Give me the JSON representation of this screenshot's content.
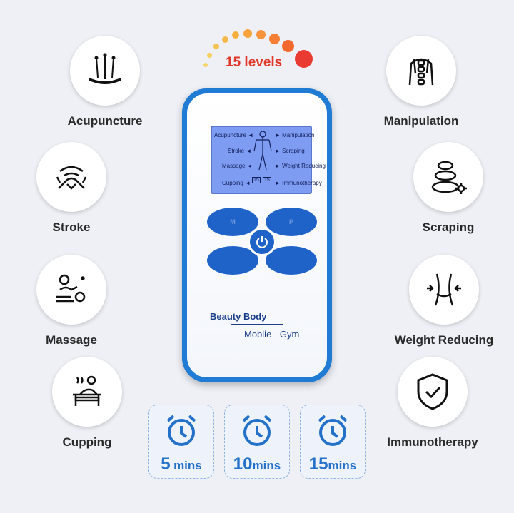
{
  "levels_label": "15 levels",
  "features_left": [
    {
      "label": "Acupuncture",
      "icon": "acupuncture-needles-icon"
    },
    {
      "label": "Stroke",
      "icon": "stroke-massage-icon"
    },
    {
      "label": "Massage",
      "icon": "massage-icon"
    },
    {
      "label": "Cupping",
      "icon": "cupping-icon"
    }
  ],
  "features_right": [
    {
      "label": "Manipulation",
      "icon": "spine-icon"
    },
    {
      "label": "Scraping",
      "icon": "stones-icon"
    },
    {
      "label": "Weight Reducing",
      "icon": "waist-icon"
    },
    {
      "label": "Immunotherapy",
      "icon": "shield-check-icon"
    }
  ],
  "screen": {
    "left_modes": [
      "Acupuncture",
      "Stroke",
      "Massage",
      "Cupping"
    ],
    "right_modes": [
      "Manipulation",
      "Scraping",
      "Weight Reducing",
      "Immunotherapy"
    ],
    "level_1": "15",
    "level_2": "15"
  },
  "buttons": {
    "m": "M",
    "p": "P"
  },
  "brand": {
    "name": "Beauty Body",
    "sub": "Moblie - Gym"
  },
  "timers": [
    {
      "num": "5",
      "unit": "mins"
    },
    {
      "num": "10",
      "unit": "mins"
    },
    {
      "num": "15",
      "unit": "mins"
    }
  ],
  "colors": {
    "accent_blue": "#1f7bd4",
    "levels_red": "#e0392b",
    "timer_blue": "#2371c9"
  }
}
